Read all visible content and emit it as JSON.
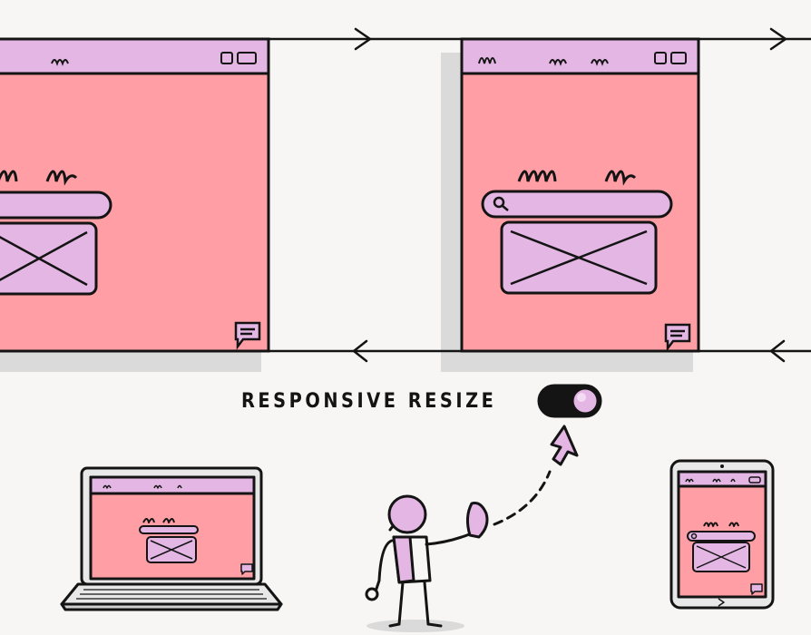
{
  "caption": {
    "text": "RESPONSIVE RESIZE"
  },
  "toggle": {
    "state": "on"
  },
  "colors": {
    "background": "#f7f6f4",
    "screen": "#ff9ea5",
    "chrome": "#e3b6e3",
    "ink": "#141414",
    "shadow": "#d9d9d9",
    "device_body": "#e8e8e8"
  },
  "icons": [
    "chat-bubble-icon",
    "search-icon",
    "cursor-arrow-icon",
    "window-buttons-icon"
  ],
  "devices": [
    "browser-window-left",
    "browser-window-right",
    "laptop",
    "tablet"
  ]
}
